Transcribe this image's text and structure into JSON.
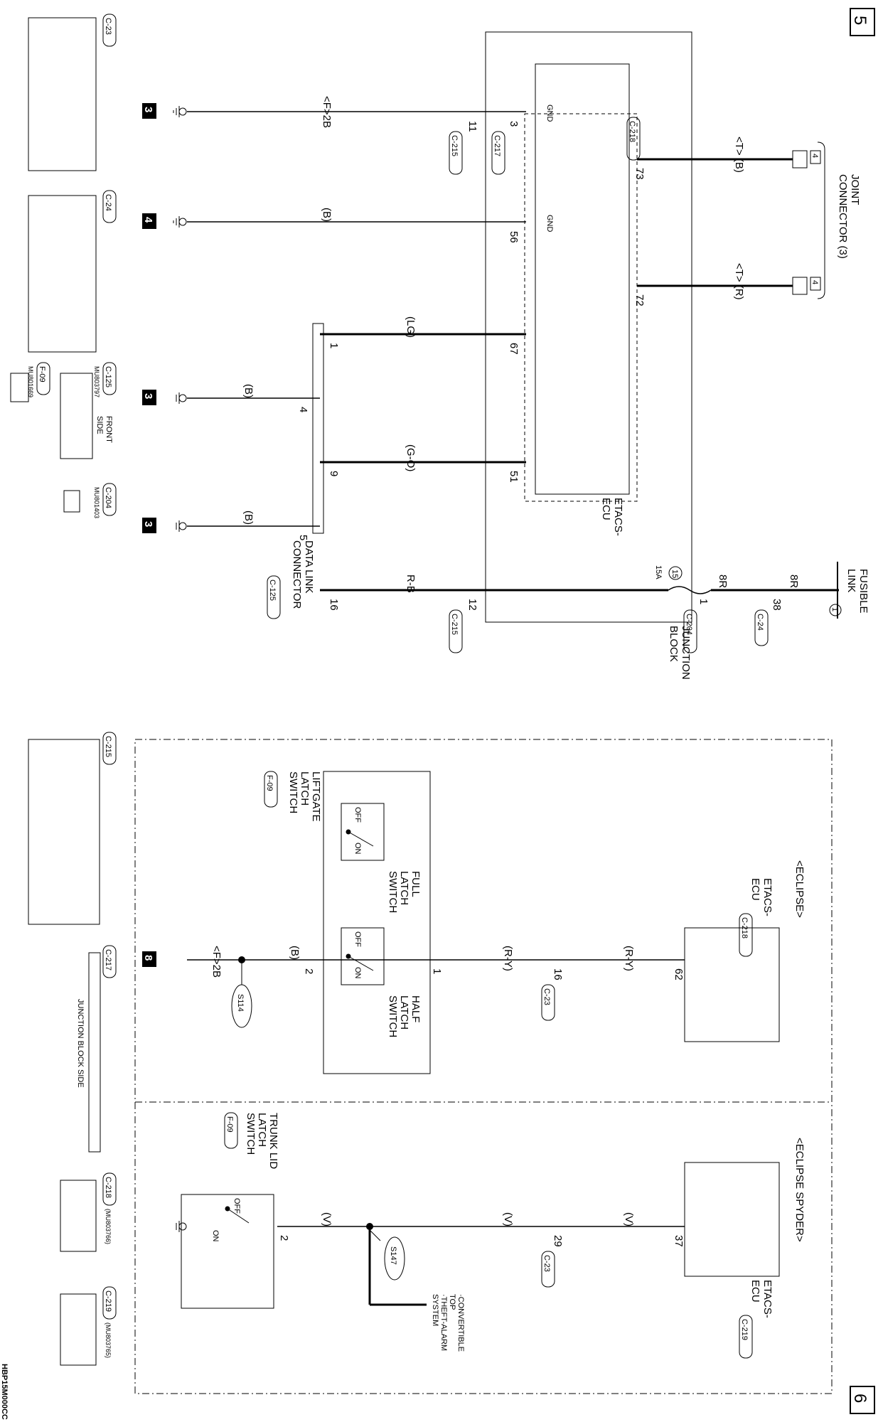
{
  "page_markers": {
    "top": "5",
    "bottom": "6"
  },
  "diagram_code": "HBP15M000CC",
  "top_section": {
    "etacs_ecu": "ETACS-\nECU",
    "junction_block": "JUNCTION\nBLOCK",
    "joint_connector": "JOINT\nCONNECTOR (3)",
    "fusible_link": "FUSIBLE\nLINK",
    "fusible_link_num": "1",
    "data_link_connector": "DATA LINK\nCONNECTOR",
    "fuse_num": "15",
    "fuse_rating": "15A",
    "gnd": "GND",
    "wires": {
      "f2b": "<F>2B",
      "b": "(B)",
      "lg": "(LG)",
      "go": "(G-O)",
      "rb": "R-B",
      "8r": "8R",
      "tb": "<T> (B)",
      "tr": "<T> (R)"
    },
    "pins": {
      "p11": "11",
      "p3": "3",
      "p56": "56",
      "p67": "67",
      "p51": "51",
      "p12": "12",
      "p73": "73",
      "p72": "72",
      "p1": "1",
      "p38": "38",
      "dl1": "1",
      "dl4": "4",
      "dl9": "9",
      "dl5": "5",
      "dl16": "16"
    },
    "connectors": {
      "c215": "C-215",
      "c217": "C-217",
      "c218": "C-218",
      "c204": "C-204",
      "c24": "C-24",
      "c125": "C-125"
    },
    "grounds": {
      "g3": "3",
      "g4": "4"
    },
    "joint_pin": "4"
  },
  "bottom_section": {
    "eclipse": "<ECLIPSE>",
    "eclipse_spyder": "<ECLIPSE SPYDER>",
    "etacs_ecu": "ETACS-\nECU",
    "liftgate_switch": "LIFTGATE\nLATCH\nSWITCH",
    "full_latch": "FULL\nLATCH\nSWITCH",
    "half_latch": "HALF\nLATCH\nSWITCH",
    "trunk_switch": "TRUNK LID\nLATCH\nSWITCH",
    "off": "OFF",
    "on": "ON",
    "system_note": "·CONVERTIBLE\nTOP\n·THEFT-ALARM\nSYSTEM",
    "wires": {
      "ry": "(R-Y)",
      "b": "(B)",
      "f2b": "<F>2B",
      "v": "(V)"
    },
    "pins": {
      "p62": "62",
      "p16": "16",
      "p1": "1",
      "p2": "2",
      "p37": "37",
      "p29": "29",
      "sp2": "2"
    },
    "connectors": {
      "c218": "C-218",
      "c219": "C-219",
      "c23": "C-23",
      "f09": "F-09"
    },
    "splices": {
      "s114": "S114",
      "s147": "S147"
    },
    "ground": "8"
  },
  "connector_views": {
    "c23": "C-23",
    "c24": "C-24",
    "c125": "C-125",
    "c125_part": "MU803797",
    "c125_note": "FRONT\nSIDE",
    "f09": "F-09",
    "f09_part": "MU801669",
    "c204": "C-204",
    "c204_part": "MU801403",
    "c215": "C-215",
    "c217": "C-217",
    "c217_note": "JUNCTION BLOCK SIDE",
    "c218": "C-218",
    "c218_part": "(MU803766)",
    "c219": "C-219",
    "c219_part": "(MU803765)"
  }
}
